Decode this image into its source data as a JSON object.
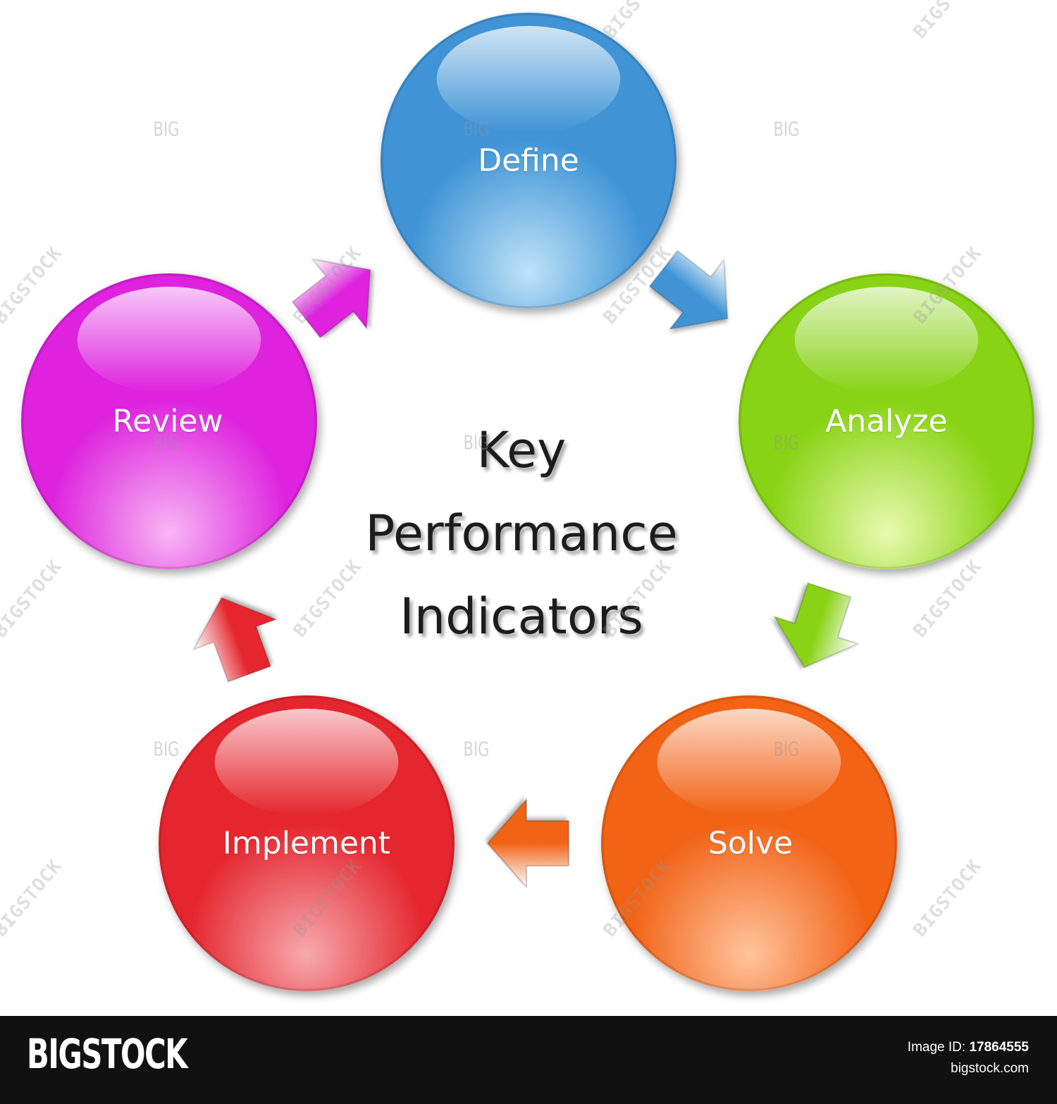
{
  "diagram": {
    "title_lines": [
      "Key",
      "Performance",
      "Indicators"
    ],
    "nodes": [
      {
        "label": "Define",
        "color": "#3f94d6",
        "light": "#bfe3f7"
      },
      {
        "label": "Analyze",
        "color": "#88d314",
        "light": "#e9fab0"
      },
      {
        "label": "Solve",
        "color": "#f26418",
        "light": "#ffc49d"
      },
      {
        "label": "Implement",
        "color": "#e5262e",
        "light": "#f7aaae"
      },
      {
        "label": "Review",
        "color": "#de24de",
        "light": "#f7b7f4"
      }
    ],
    "arrows": [
      {
        "from": "Define",
        "to": "Analyze",
        "color": "#3f94d6"
      },
      {
        "from": "Analyze",
        "to": "Solve",
        "color": "#88d314"
      },
      {
        "from": "Solve",
        "to": "Implement",
        "color": "#f26418"
      },
      {
        "from": "Implement",
        "to": "Review",
        "color": "#e5262e"
      },
      {
        "from": "Review",
        "to": "Define",
        "color": "#de24de"
      }
    ]
  },
  "watermark": {
    "diagonal": "BIGSTOCK",
    "small": "BIG"
  },
  "footer": {
    "brand": "BIGSTOCK",
    "image_id_label": "Image ID:",
    "image_id": "17864555",
    "site": "bigstock.com"
  }
}
